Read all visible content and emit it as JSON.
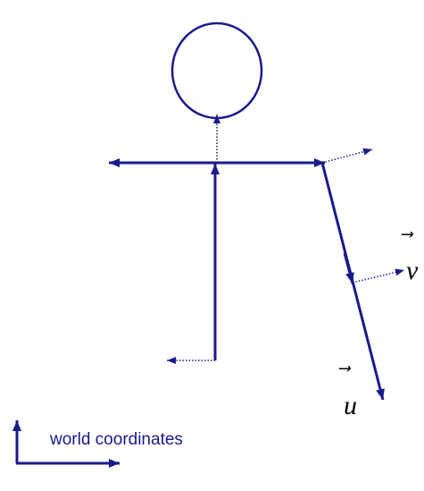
{
  "diagram": {
    "colors": {
      "stroke": "#1a1a8c",
      "text_world": "#1a1a8c",
      "text_vec": "#000000",
      "background": "#ffffff"
    },
    "labels": {
      "u": "u",
      "v": "v",
      "vector_arrow": "⃗",
      "world": "world coordinates"
    }
  }
}
